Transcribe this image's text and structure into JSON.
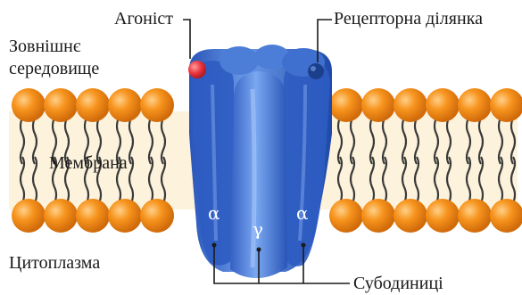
{
  "labels": {
    "agonist": "Агоніст",
    "receptor_site": "Рецепторна ділянка",
    "outside": [
      "Зовнішнє",
      "середовище"
    ],
    "membrane": "Мембрана",
    "cytoplasm": "Цитоплазма",
    "subunits": "Субодиниці"
  },
  "subunit_symbols": [
    "α",
    "γ",
    "α"
  ],
  "colors": {
    "lipid_head": "#f28a1a",
    "lipid_head_highlight": "#ffc060",
    "lipid_tail": "#444444",
    "membrane_fill": "#fdf3dc",
    "protein": "#3a6fd0",
    "protein_dark": "#1f49a8",
    "agonist": "#e8323c",
    "receptor_site": "#1c3f8c",
    "leader_line": "#1a1a1a"
  }
}
